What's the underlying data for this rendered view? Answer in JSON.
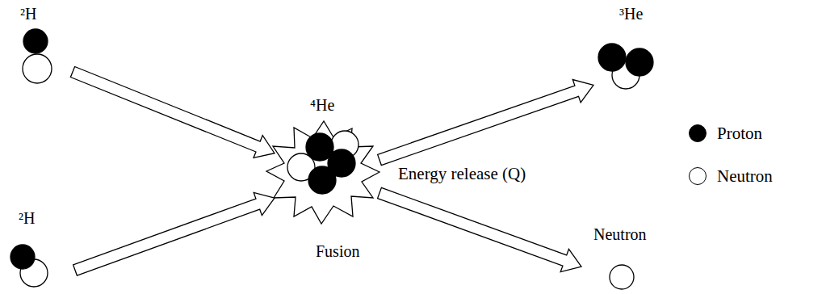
{
  "diagram": {
    "nodes": [
      {
        "text": [
          "²H"
        ]
      },
      {
        "text": [
          "²H"
        ]
      },
      {
        "text": [
          "⁴He",
          "Fusion"
        ]
      },
      {
        "text": [
          "³He"
        ]
      },
      {
        "text": [
          "Neutron"
        ]
      }
    ],
    "edges": [
      {
        "from": 0,
        "to": 2,
        "arrow": "to"
      },
      {
        "from": 1,
        "to": 2,
        "arrow": "to"
      },
      {
        "from": 2,
        "to": 3,
        "arrow": "to"
      },
      {
        "from": 2,
        "to": 4,
        "arrow": "to"
      }
    ],
    "labels": [
      "Energy release (Q)"
    ],
    "legend": [
      {
        "text": "Proton",
        "color": "#000000"
      },
      {
        "text": "Neutron",
        "color": "#ffffff"
      }
    ]
  }
}
